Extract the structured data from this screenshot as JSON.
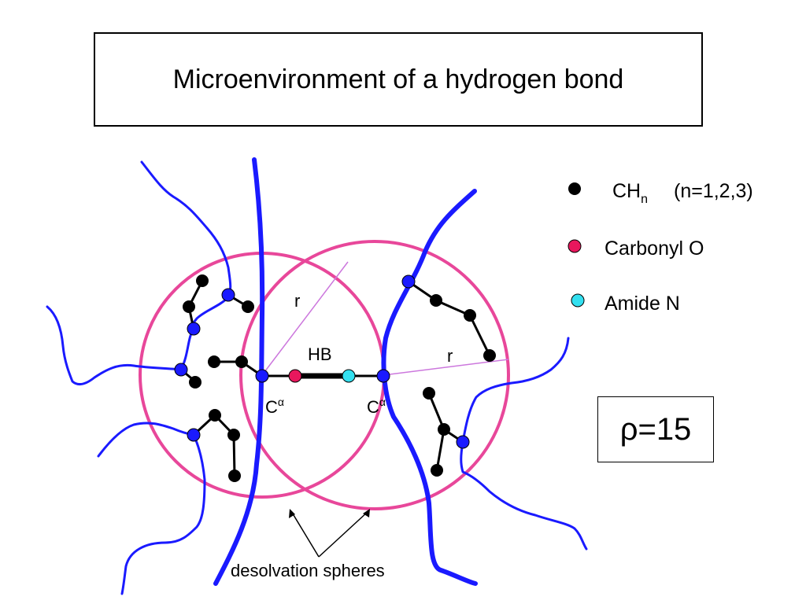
{
  "title": "Microenvironment of a hydrogen bond",
  "labels": {
    "radius_left": "r",
    "radius_right": "r",
    "hb": "HB",
    "calpha_base": "C",
    "calpha_sup": "α",
    "desolvation": "desolvation spheres"
  },
  "legend": {
    "ch_base": "CH",
    "ch_sub": "n",
    "ch_note": "(n=1,2,3)",
    "carbonyl": "Carbonyl O",
    "amide": "Amide N"
  },
  "rho": {
    "symbol": "ρ",
    "value": "=15"
  },
  "colors": {
    "backbone": "#1a1aff",
    "sphere": "#e8479a",
    "radius_line": "#cc77dd",
    "ch_atom": "#000000",
    "carbonyl_o": "#e8175d",
    "amide_n": "#33e0f0"
  }
}
